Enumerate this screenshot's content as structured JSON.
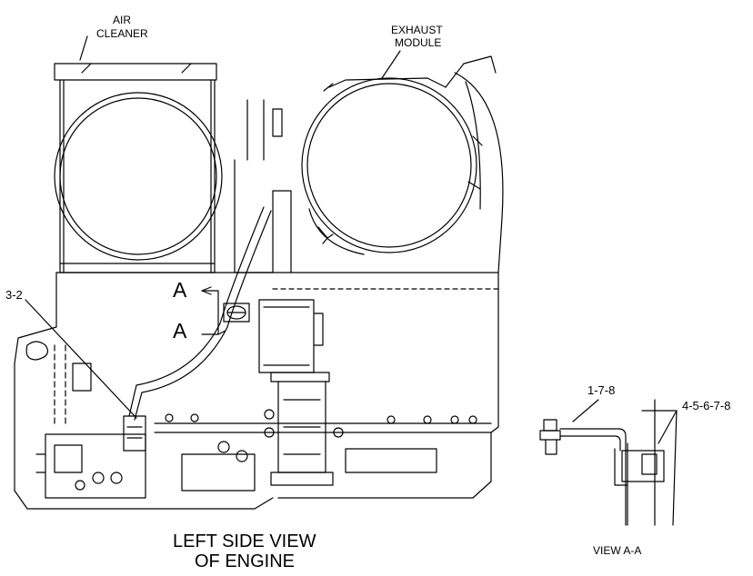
{
  "diagram": {
    "callouts": {
      "air_cleaner_line1": "AIR",
      "air_cleaner_line2": "CLEANER",
      "exhaust_line1": "EXHAUST",
      "exhaust_line2": "MODULE",
      "part_3_2": "3-2",
      "part_1_7_8": "1-7-8",
      "part_4_5_6_7_8": "4-5-6-7-8"
    },
    "section_markers": {
      "a_upper": "A",
      "a_lower": "A"
    },
    "captions": {
      "main_line1": "LEFT SIDE VIEW",
      "main_line2": "OF ENGINE",
      "detail": "VIEW A-A"
    }
  }
}
